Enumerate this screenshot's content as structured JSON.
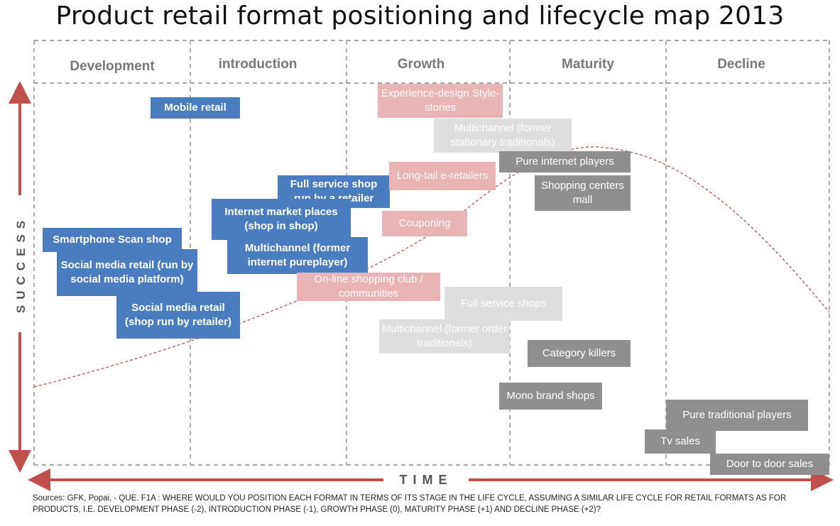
{
  "title": "Product retail format positioning and lifecycle map 2013",
  "stages": [
    "Development",
    "introduction",
    "Growth",
    "Maturity",
    "Decline"
  ],
  "y_axis_label": "SUCCESS",
  "x_axis_label": "TIME",
  "formats": {
    "mobile_retail": "Mobile retail",
    "smartphone_scan_shop": "Smartphone Scan shop",
    "social_media_platform": "Social media retail (run by social media platform)",
    "social_media_retailer": "Social media retail (shop run by retailer)",
    "full_service_retailer": "Full service shop run by a retailer",
    "internet_market_places": "Internet market places (shop in shop)",
    "multichannel_pureplayer": "Multichannel (former internet pureplayer)",
    "experience_design": "Experience-design Style-stories",
    "long_tail": "Long-tail e-retailers",
    "couponing": "Couponing",
    "online_shopping_club": "On-line shopping club / communities",
    "multichannel_stationary": "Multichannel (former stationary traditionals)",
    "full_service_shops": "Full service shops",
    "multichannel_order": "Multichannel (former order traditionals)",
    "pure_internet": "Pure internet players",
    "shopping_centers": "Shopping centers mall",
    "category_killers": "Category killers",
    "mono_brand": "Mono brand shops",
    "pure_traditional": "Pure traditional players",
    "tv_sales": "Tv sales",
    "door_to_door": "Door to door sales"
  },
  "colors": {
    "emerging": "#4a7dbf",
    "growth": "#e8b4b6",
    "growth_grey": "#dedede",
    "mature": "#8f8f8f",
    "arrow": "#c0504d",
    "curve": "#c0504d"
  },
  "source": "Sources: GFK, Popai, - QUE. F1A : WHERE WOULD YOU POSITION EACH FORMAT IN TERMS OF ITS STAGE IN THE LIFE CYCLE, ASSUMING A SIMILAR LIFE CYCLE FOR RETAIL FORMATS AS FOR PRODUCTS, I.E. DEVELOPMENT PHASE (-2), INTRODUCTION PHASE (-1), GROWTH PHASE (0), MATURITY PHASE (+1) AND DECLINE PHASE (+2)?"
}
